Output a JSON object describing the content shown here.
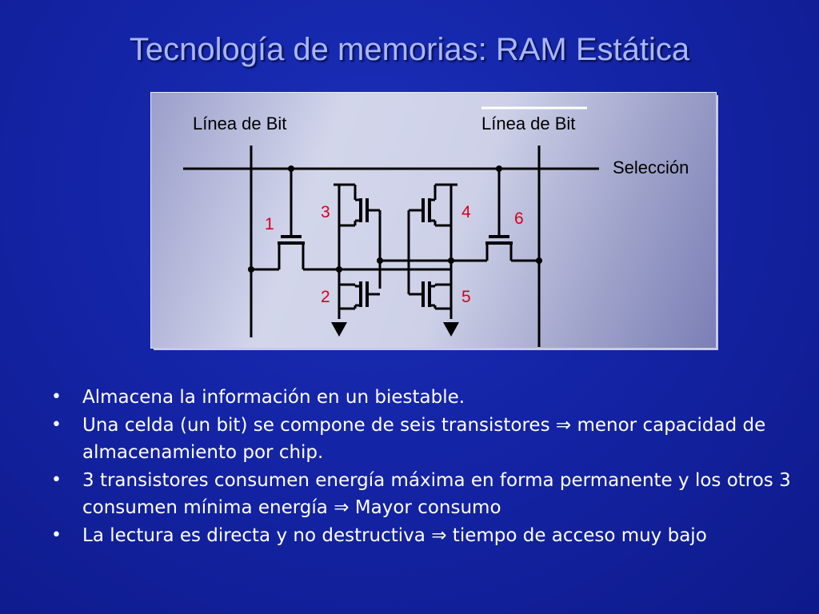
{
  "title": "Tecnología de memorias: RAM Estática",
  "diagram": {
    "bit_line_left": "Línea de Bit",
    "bit_line_right": "Línea de Bit",
    "select_line": "Selección",
    "transistors": [
      "1",
      "2",
      "3",
      "4",
      "5",
      "6"
    ]
  },
  "bullets": [
    {
      "text": "Almacena la información en un biestable.",
      "suffix": ""
    },
    {
      "text": "Una celda (un bit) se compone de seis transistores ",
      "arrow": "⇒",
      "suffix": " menor capacidad de almacenamiento por chip."
    },
    {
      "text": "3 transistores consumen energía máxima en forma permanente y los otros 3 consumen mínima energía ",
      "arrow": "⇒",
      "suffix": " Mayor consumo"
    },
    {
      "text": "La lectura es directa y no destructiva ",
      "arrow": "⇒",
      "suffix": " tiempo de acceso muy bajo"
    }
  ]
}
